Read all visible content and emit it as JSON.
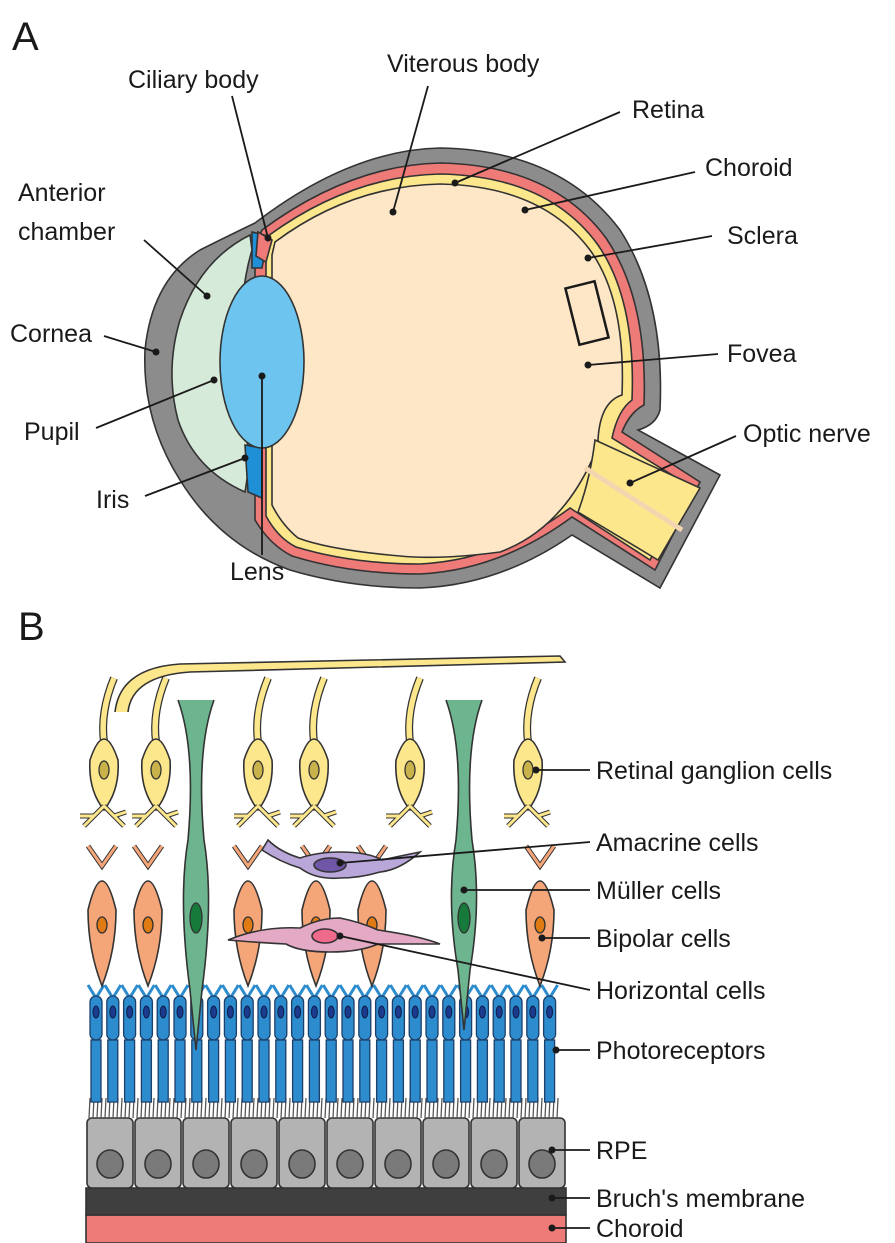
{
  "panel_a": {
    "letter": "A",
    "labels": {
      "viterous_body": "Viterous body",
      "ciliary_body": "Ciliary body",
      "retina": "Retina",
      "choroid": "Choroid",
      "anterior_chamber_line1": "Anterior",
      "anterior_chamber_line2": "chamber",
      "sclera": "Sclera",
      "cornea": "Cornea",
      "fovea": "Fovea",
      "pupil": "Pupil",
      "optic_nerve": "Optic nerve",
      "iris": "Iris",
      "lens": "Lens"
    }
  },
  "panel_b": {
    "letter": "B",
    "labels": {
      "retinal_ganglion_cells": "Retinal ganglion cells",
      "amacrine_cells": "Amacrine cells",
      "muller_cells": "Müller cells",
      "bipolar_cells": "Bipolar cells",
      "horizontal_cells": "Horizontal cells",
      "photoreceptors": "Photoreceptors",
      "rpe": "RPE",
      "bruchs_membrane": "Bruch's membrane",
      "choroid": "Choroid"
    }
  },
  "colors": {
    "sclera": "#8c8c8c",
    "choroid": "#ef7b78",
    "retina": "#fde78c",
    "vitreous": "#fde7c7",
    "lens": "#6cc4ef",
    "iris": "#1f8fd6",
    "anterior_chamber": "#d6ead9",
    "ganglion": "#fde78c",
    "muller": "#6db58f",
    "bipolar": "#f4a678",
    "amacrine": "#b9a7d9",
    "horizontal": "#e3a9c5",
    "photoreceptor": "#2d8ccd",
    "rpe": "#b3b3b3",
    "bruch": "#3f3f3f"
  }
}
